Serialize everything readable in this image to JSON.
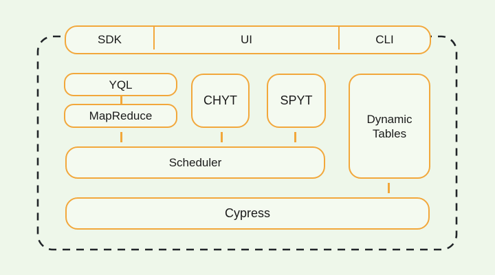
{
  "diagram": {
    "top_bar": {
      "items": [
        {
          "id": "sdk",
          "label": "SDK"
        },
        {
          "id": "ui",
          "label": "UI"
        },
        {
          "id": "cli",
          "label": "CLI"
        }
      ]
    },
    "nodes": {
      "yql": {
        "label": "YQL"
      },
      "mapreduce": {
        "label": "MapReduce"
      },
      "chyt": {
        "label": "CHYT"
      },
      "spyt": {
        "label": "SPYT"
      },
      "dynamic_tables": {
        "label": "Dynamic Tables"
      },
      "scheduler": {
        "label": "Scheduler"
      },
      "cypress": {
        "label": "Cypress"
      }
    },
    "connections": [
      {
        "from": "yql",
        "to": "mapreduce"
      },
      {
        "from": "mapreduce",
        "to": "scheduler"
      },
      {
        "from": "chyt",
        "to": "scheduler"
      },
      {
        "from": "spyt",
        "to": "scheduler"
      },
      {
        "from": "dynamic_tables",
        "to": "cypress"
      }
    ],
    "colors": {
      "accent_orange": "#F2A73B",
      "background": "#EEF7EA",
      "box_fill": "#F4FAF0",
      "dashed_border": "#212529",
      "text": "#1A1A1A"
    }
  }
}
